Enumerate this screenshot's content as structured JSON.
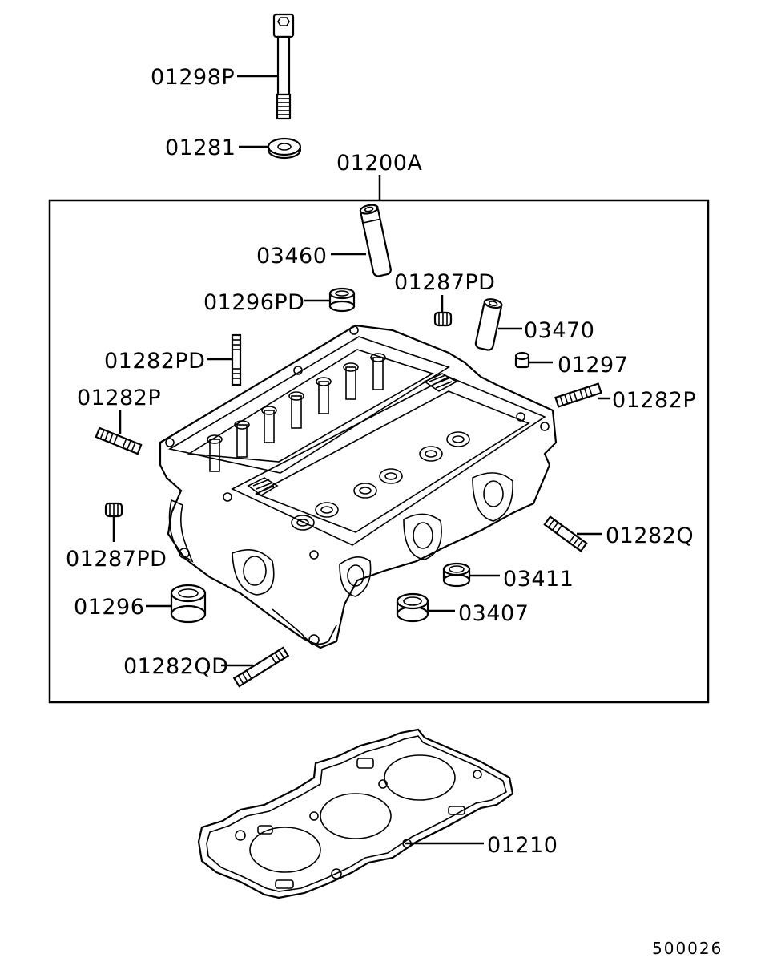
{
  "diagram": {
    "callouts": {
      "bolt": "01298P",
      "washer": "01281",
      "assembly": "01200A",
      "guide_exhaust": "03460",
      "plug_upper": "01287PD",
      "seal_pd": "01296PD",
      "guide_intake": "03470",
      "stud_pd": "01282PD",
      "cap": "01297",
      "stud_p_left": "01282P",
      "stud_p_right": "01282P",
      "plug_lower": "01287PD",
      "stud_q": "01282Q",
      "seal_03411": "03411",
      "seal_01296": "01296",
      "seal_03407": "03407",
      "stud_qd": "01282QD",
      "gasket": "01210"
    },
    "figure_number": "500026"
  }
}
